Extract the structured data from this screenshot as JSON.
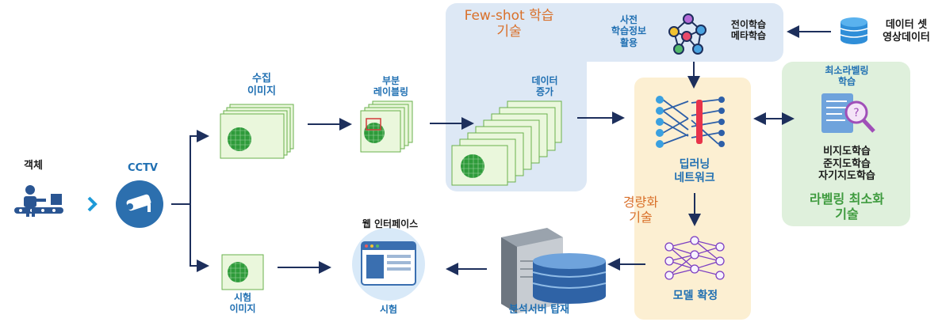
{
  "object_label": "객체",
  "cctv_label": "CCTV",
  "collected_images": [
    "수집",
    "이미지"
  ],
  "partial_labeling": [
    "부분",
    "레이블링"
  ],
  "data_augmentation": [
    "데이터",
    "증가"
  ],
  "test_images": [
    "시험",
    "이미지"
  ],
  "web_interface": "웹 인터페이스",
  "test_label": "시험",
  "analysis_server": "분석서버 탑재",
  "fewshot": {
    "title_line1": "Few-shot 학습",
    "title_line2": "기술",
    "pretrained": [
      "사전",
      "학습정보",
      "활용"
    ],
    "methods": [
      "전이학습",
      "메타학습"
    ]
  },
  "dataset": [
    "데이터 셋",
    "영상데이터"
  ],
  "deep_network": [
    "딥러닝",
    "네트워크"
  ],
  "lightweight": [
    "경량화",
    "기술"
  ],
  "model_confirm": "모델 확정",
  "labeling": {
    "top": [
      "최소라벨링",
      "학습"
    ],
    "methods": [
      "비지도학습",
      "준지도학습",
      "자기지도학습"
    ],
    "title": [
      "라벨링 최소화",
      "기술"
    ]
  },
  "colors": {
    "fewshot_bg": "#dde8f5",
    "deep_bg": "#fcefd2",
    "label_bg": "#dff0dc",
    "arrow": "#1d2f5c",
    "title_blue": "#1f6fb2",
    "orange": "#d9702a",
    "green": "#3f9b3f"
  }
}
